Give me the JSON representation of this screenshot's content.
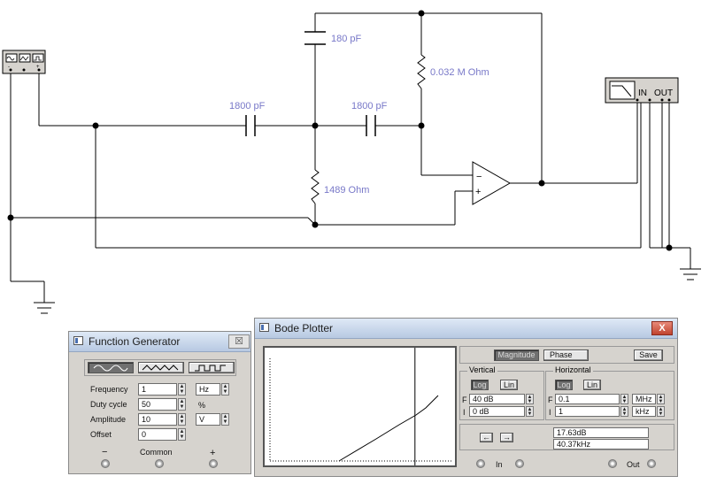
{
  "circuit": {
    "cap_top": "180 pF",
    "res_top": "0.032 M Ohm",
    "cap_left": "1800 pF",
    "cap_mid": "1800 pF",
    "res_bottom": "1489  Ohm",
    "opamp_minus": "−",
    "opamp_plus": "+",
    "bode_in": "IN",
    "bode_out": "OUT"
  },
  "function_generator": {
    "title": "Function Generator",
    "close": "☒",
    "waveforms": [
      "sine-wave-icon",
      "triangle-wave-icon",
      "square-wave-icon"
    ],
    "fields": [
      {
        "label": "Frequency",
        "value": "1",
        "unit": "Hz",
        "unit_is_select": true
      },
      {
        "label": "Duty cycle",
        "value": "50",
        "unit": "%",
        "unit_is_select": false
      },
      {
        "label": "Amplitude",
        "value": "10",
        "unit": "V",
        "unit_is_select": true
      },
      {
        "label": "Offset",
        "value": "0",
        "unit": "",
        "unit_is_select": false
      }
    ],
    "terminals": {
      "minus": "−",
      "common": "Common",
      "plus": "+"
    }
  },
  "bode_plotter": {
    "title": "Bode Plotter",
    "close": "X",
    "tabs": {
      "magnitude": "Magnitude",
      "phase": "Phase"
    },
    "save": "Save",
    "vertical": {
      "title": "Vertical",
      "log": "Log",
      "lin": "Lin",
      "f_label": "F",
      "f_value": "40 dB",
      "i_label": "I",
      "i_value": "0 dB"
    },
    "horizontal": {
      "title": "Horizontal",
      "log": "Log",
      "lin": "Lin",
      "f_label": "F",
      "f_value": "0.1",
      "f_unit": "MHz",
      "i_label": "I",
      "i_value": "1",
      "i_unit": "kHz"
    },
    "readout": {
      "left_arrow": "←",
      "right_arrow": "→",
      "magnitude": "17.63dB",
      "frequency": "40.37kHz"
    },
    "terminals": {
      "in": "In",
      "out": "Out"
    },
    "cursor_position": 0.52
  },
  "colors": {
    "wire": "#000000",
    "component_label": "#7878c8",
    "panel": "#d6d3ce"
  }
}
